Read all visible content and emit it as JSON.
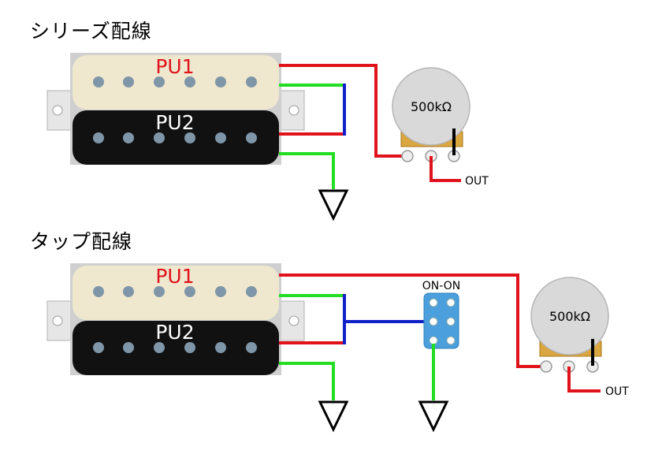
{
  "diagrams": [
    {
      "title": "シリーズ配線",
      "pickup_top": "PU1",
      "pickup_bottom": "PU2",
      "pot_value": "500kΩ",
      "out_label": "OUT"
    },
    {
      "title": "タップ配線",
      "pickup_top": "PU1",
      "pickup_bottom": "PU2",
      "switch_label": "ON-ON",
      "pot_value": "500kΩ",
      "out_label": "OUT"
    }
  ],
  "colors": {
    "wire_red": "#e0121b",
    "wire_green": "#22dd22",
    "wire_blue": "#1020c8",
    "wire_black": "#000000",
    "coil_cream": "#efe8cf",
    "coil_black": "#111111",
    "screw": "#7f96a8",
    "pot_body": "#d9d9d9",
    "pot_base": "#d9a640",
    "switch_body": "#4a9fdc"
  }
}
